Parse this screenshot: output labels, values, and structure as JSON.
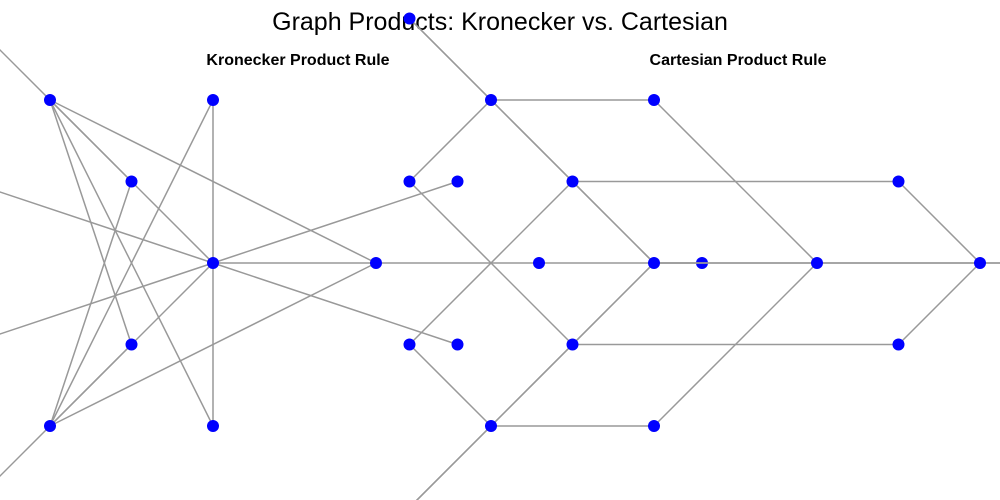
{
  "figure": {
    "title": "Graph Products: Kronecker vs. Cartesian"
  },
  "colors": {
    "node": "#0000ff",
    "edge": "#999999"
  },
  "panels": [
    {
      "title": "Kronecker Product Rule",
      "nodes": [
        {
          "id": "(0,0)",
          "x": 0.0,
          "y": 0.0
        },
        {
          "id": "(0,1)",
          "x": 1.0,
          "y": 0.0
        },
        {
          "id": "(0,2)",
          "x": -0.5,
          "y": 0.5
        },
        {
          "id": "(0,3)",
          "x": -0.5,
          "y": -0.5
        },
        {
          "id": "(1,0)",
          "x": 2.0,
          "y": 0.0
        },
        {
          "id": "(1,1)",
          "x": 3.0,
          "y": 0.0
        },
        {
          "id": "(1,2)",
          "x": 1.5,
          "y": 0.5
        },
        {
          "id": "(1,3)",
          "x": 1.5,
          "y": -0.5
        },
        {
          "id": "(2,0)",
          "x": -1.0,
          "y": 1.0
        },
        {
          "id": "(2,1)",
          "x": 0.0,
          "y": 1.0
        },
        {
          "id": "(2,2)",
          "x": -1.5,
          "y": 1.5
        },
        {
          "id": "(2,3)",
          "x": -1.5,
          "y": 0.5
        },
        {
          "id": "(3,0)",
          "x": -1.0,
          "y": -1.0
        },
        {
          "id": "(3,1)",
          "x": 0.0,
          "y": -1.0
        },
        {
          "id": "(3,2)",
          "x": -1.5,
          "y": -0.5
        },
        {
          "id": "(3,3)",
          "x": -1.5,
          "y": -1.5
        }
      ],
      "edges": [
        [
          "(0,0)",
          "(1,1)"
        ],
        [
          "(0,0)",
          "(1,2)"
        ],
        [
          "(0,0)",
          "(1,3)"
        ],
        [
          "(0,0)",
          "(2,1)"
        ],
        [
          "(0,0)",
          "(2,2)"
        ],
        [
          "(0,0)",
          "(2,3)"
        ],
        [
          "(0,0)",
          "(3,1)"
        ],
        [
          "(0,0)",
          "(3,2)"
        ],
        [
          "(0,0)",
          "(3,3)"
        ],
        [
          "(2,0)",
          "(0,1)"
        ],
        [
          "(2,0)",
          "(0,2)"
        ],
        [
          "(2,0)",
          "(0,3)"
        ],
        [
          "(2,0)",
          "(3,1)"
        ],
        [
          "(3,0)",
          "(0,1)"
        ],
        [
          "(3,0)",
          "(0,2)"
        ],
        [
          "(3,0)",
          "(0,3)"
        ],
        [
          "(3,0)",
          "(2,1)"
        ]
      ]
    },
    {
      "title": "Cartesian Product Rule",
      "nodes": [
        {
          "id": "(0,0)",
          "x": 0.0,
          "y": 0.0
        },
        {
          "id": "(0,1)",
          "x": 1.0,
          "y": 0.0
        },
        {
          "id": "(0,2)",
          "x": -0.5,
          "y": 0.5
        },
        {
          "id": "(0,3)",
          "x": -0.5,
          "y": -0.5
        },
        {
          "id": "(1,0)",
          "x": 2.0,
          "y": 0.0
        },
        {
          "id": "(1,1)",
          "x": 3.0,
          "y": 0.0
        },
        {
          "id": "(1,2)",
          "x": 1.5,
          "y": 0.5
        },
        {
          "id": "(1,3)",
          "x": 1.5,
          "y": -0.5
        },
        {
          "id": "(2,0)",
          "x": -1.0,
          "y": 1.0
        },
        {
          "id": "(2,1)",
          "x": 0.0,
          "y": 1.0
        },
        {
          "id": "(2,2)",
          "x": -1.5,
          "y": 1.5
        },
        {
          "id": "(2,3)",
          "x": -1.5,
          "y": 0.5
        },
        {
          "id": "(3,0)",
          "x": -1.0,
          "y": -1.0
        },
        {
          "id": "(3,1)",
          "x": 0.0,
          "y": -1.0
        },
        {
          "id": "(3,2)",
          "x": -1.5,
          "y": -0.5
        },
        {
          "id": "(3,3)",
          "x": -1.5,
          "y": -1.5
        }
      ],
      "edges": [
        [
          "(0,0)",
          "(0,1)"
        ],
        [
          "(0,0)",
          "(0,2)"
        ],
        [
          "(0,0)",
          "(0,3)"
        ],
        [
          "(1,0)",
          "(1,1)"
        ],
        [
          "(1,0)",
          "(1,2)"
        ],
        [
          "(1,0)",
          "(1,3)"
        ],
        [
          "(2,0)",
          "(2,1)"
        ],
        [
          "(2,0)",
          "(2,2)"
        ],
        [
          "(2,0)",
          "(2,3)"
        ],
        [
          "(3,0)",
          "(3,1)"
        ],
        [
          "(3,0)",
          "(3,2)"
        ],
        [
          "(3,0)",
          "(3,3)"
        ],
        [
          "(0,0)",
          "(1,0)"
        ],
        [
          "(0,0)",
          "(2,0)"
        ],
        [
          "(0,0)",
          "(3,0)"
        ],
        [
          "(0,1)",
          "(1,1)"
        ],
        [
          "(0,1)",
          "(2,1)"
        ],
        [
          "(0,1)",
          "(3,1)"
        ],
        [
          "(0,2)",
          "(1,2)"
        ],
        [
          "(0,2)",
          "(2,2)"
        ],
        [
          "(0,2)",
          "(3,2)"
        ],
        [
          "(0,3)",
          "(1,3)"
        ],
        [
          "(0,3)",
          "(2,3)"
        ],
        [
          "(0,3)",
          "(3,3)"
        ]
      ]
    }
  ]
}
